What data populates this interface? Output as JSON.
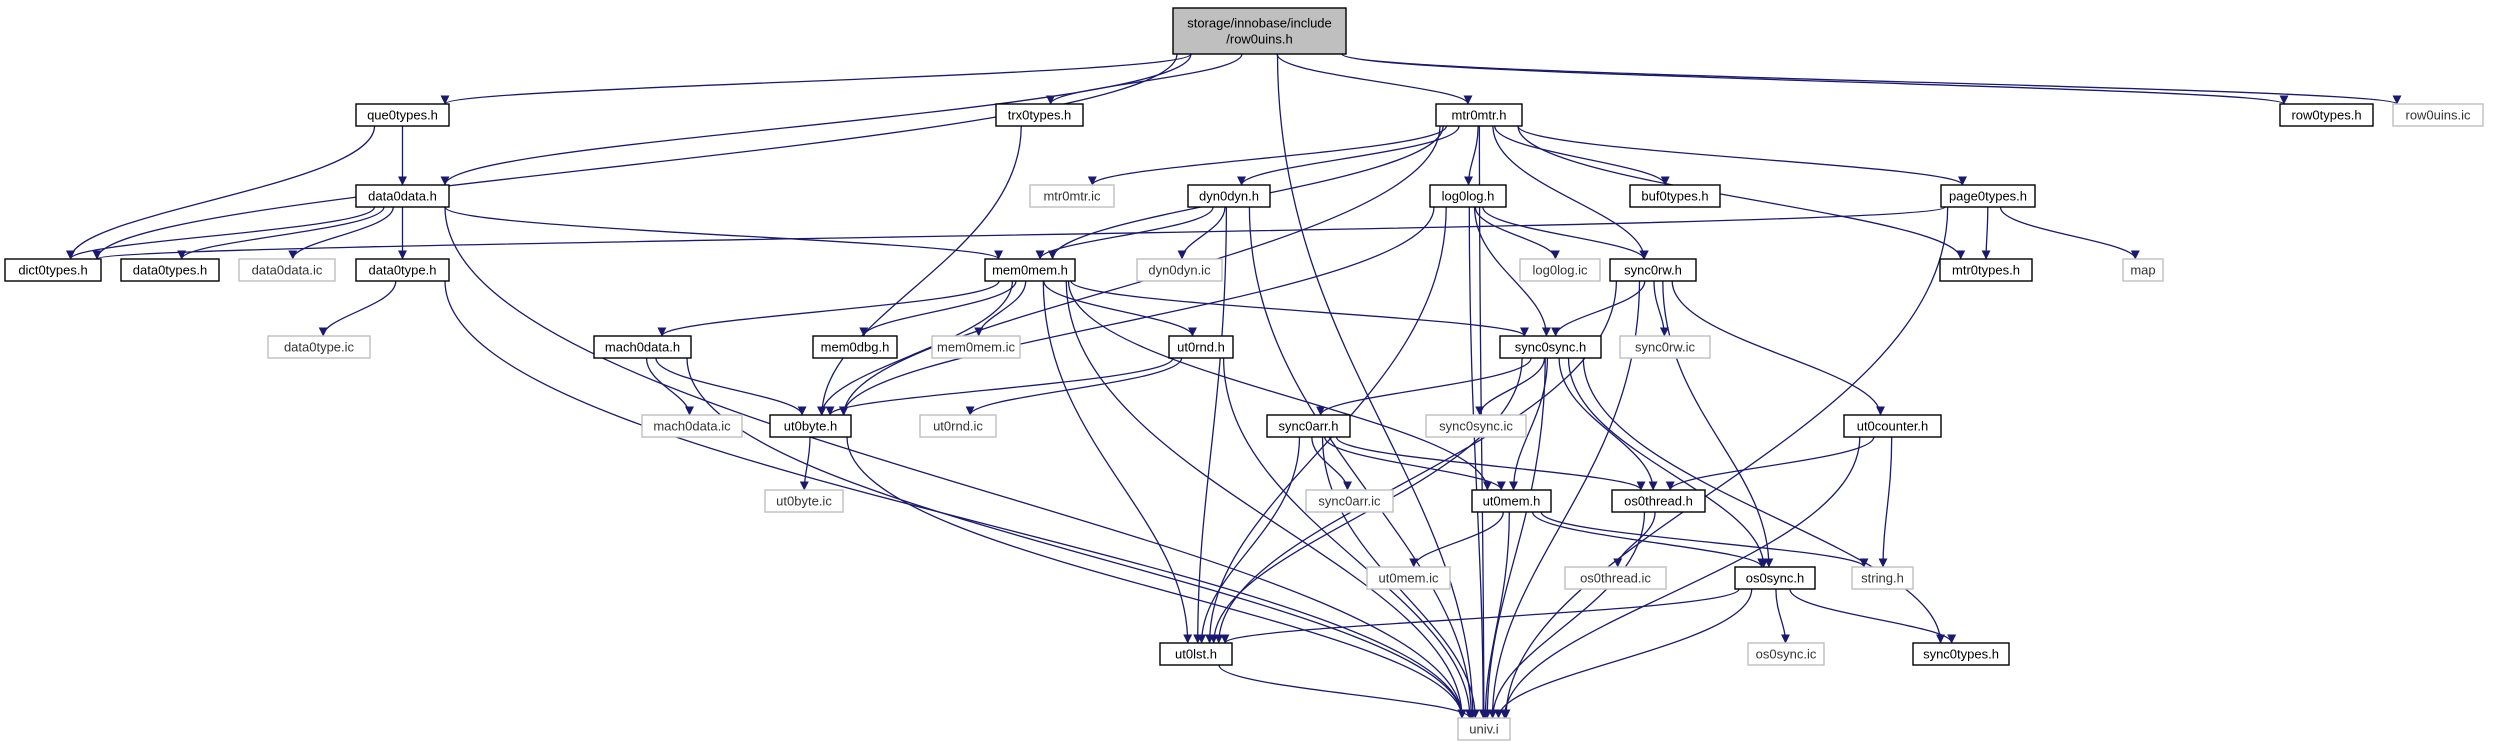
{
  "diagram": {
    "colors": {
      "edge": "#191970",
      "root_fill": "#bfbfbf",
      "header_border": "#000000",
      "inline_border": "#bfbfbf"
    },
    "nodes": [
      {
        "id": "root",
        "label": [
          "storage/innobase/include",
          "/row0uins.h"
        ],
        "kind": "root"
      },
      {
        "id": "que0types",
        "label": [
          "que0types.h"
        ],
        "kind": "hdr"
      },
      {
        "id": "trx0types",
        "label": [
          "trx0types.h"
        ],
        "kind": "hdr"
      },
      {
        "id": "mtr0mtr",
        "label": [
          "mtr0mtr.h"
        ],
        "kind": "hdr"
      },
      {
        "id": "row0types",
        "label": [
          "row0types.h"
        ],
        "kind": "hdr"
      },
      {
        "id": "row0uins_ic",
        "label": [
          "row0uins.ic"
        ],
        "kind": "ic"
      },
      {
        "id": "data0data",
        "label": [
          "data0data.h"
        ],
        "kind": "hdr"
      },
      {
        "id": "mtr0mtr_ic",
        "label": [
          "mtr0mtr.ic"
        ],
        "kind": "ic"
      },
      {
        "id": "dyn0dyn",
        "label": [
          "dyn0dyn.h"
        ],
        "kind": "hdr"
      },
      {
        "id": "log0log",
        "label": [
          "log0log.h"
        ],
        "kind": "hdr"
      },
      {
        "id": "buf0types",
        "label": [
          "buf0types.h"
        ],
        "kind": "hdr"
      },
      {
        "id": "page0types",
        "label": [
          "page0types.h"
        ],
        "kind": "hdr"
      },
      {
        "id": "dict0types",
        "label": [
          "dict0types.h"
        ],
        "kind": "hdr"
      },
      {
        "id": "data0types",
        "label": [
          "data0types.h"
        ],
        "kind": "hdr"
      },
      {
        "id": "data0data_ic",
        "label": [
          "data0data.ic"
        ],
        "kind": "ic"
      },
      {
        "id": "dyn0dyn_ic",
        "label": [
          "dyn0dyn.ic"
        ],
        "kind": "ic"
      },
      {
        "id": "log0log_ic",
        "label": [
          "log0log.ic"
        ],
        "kind": "ic"
      },
      {
        "id": "sync0rw",
        "label": [
          "sync0rw.h"
        ],
        "kind": "hdr"
      },
      {
        "id": "mtr0types",
        "label": [
          "mtr0types.h"
        ],
        "kind": "hdr"
      },
      {
        "id": "map",
        "label": [
          "map"
        ],
        "kind": "ic"
      },
      {
        "id": "data0type",
        "label": [
          "data0type.h"
        ],
        "kind": "hdr"
      },
      {
        "id": "mem0mem",
        "label": [
          "mem0mem.h"
        ],
        "kind": "hdr"
      },
      {
        "id": "data0type_ic",
        "label": [
          "data0type.ic"
        ],
        "kind": "ic"
      },
      {
        "id": "mach0data",
        "label": [
          "mach0data.h"
        ],
        "kind": "hdr"
      },
      {
        "id": "mem0dbg",
        "label": [
          "mem0dbg.h"
        ],
        "kind": "hdr"
      },
      {
        "id": "mem0mem_ic",
        "label": [
          "mem0mem.ic"
        ],
        "kind": "ic"
      },
      {
        "id": "ut0rnd",
        "label": [
          "ut0rnd.h"
        ],
        "kind": "hdr"
      },
      {
        "id": "sync0sync",
        "label": [
          "sync0sync.h"
        ],
        "kind": "hdr"
      },
      {
        "id": "sync0rw_ic",
        "label": [
          "sync0rw.ic"
        ],
        "kind": "ic"
      },
      {
        "id": "mach0data_ic",
        "label": [
          "mach0data.ic"
        ],
        "kind": "ic"
      },
      {
        "id": "ut0byte",
        "label": [
          "ut0byte.h"
        ],
        "kind": "hdr"
      },
      {
        "id": "ut0rnd_ic",
        "label": [
          "ut0rnd.ic"
        ],
        "kind": "ic"
      },
      {
        "id": "sync0arr",
        "label": [
          "sync0arr.h"
        ],
        "kind": "hdr"
      },
      {
        "id": "sync0sync_ic",
        "label": [
          "sync0sync.ic"
        ],
        "kind": "ic"
      },
      {
        "id": "ut0counter",
        "label": [
          "ut0counter.h"
        ],
        "kind": "hdr"
      },
      {
        "id": "ut0byte_ic",
        "label": [
          "ut0byte.ic"
        ],
        "kind": "ic"
      },
      {
        "id": "sync0arr_ic",
        "label": [
          "sync0arr.ic"
        ],
        "kind": "ic"
      },
      {
        "id": "ut0mem",
        "label": [
          "ut0mem.h"
        ],
        "kind": "hdr"
      },
      {
        "id": "os0thread",
        "label": [
          "os0thread.h"
        ],
        "kind": "hdr"
      },
      {
        "id": "ut0mem_ic",
        "label": [
          "ut0mem.ic"
        ],
        "kind": "ic"
      },
      {
        "id": "os0thread_ic",
        "label": [
          "os0thread.ic"
        ],
        "kind": "ic"
      },
      {
        "id": "os0sync",
        "label": [
          "os0sync.h"
        ],
        "kind": "hdr"
      },
      {
        "id": "string_h",
        "label": [
          "string.h"
        ],
        "kind": "ic"
      },
      {
        "id": "os0sync_ic",
        "label": [
          "os0sync.ic"
        ],
        "kind": "ic"
      },
      {
        "id": "ut0lst",
        "label": [
          "ut0lst.h"
        ],
        "kind": "hdr"
      },
      {
        "id": "sync0types",
        "label": [
          "sync0types.h"
        ],
        "kind": "hdr"
      },
      {
        "id": "univ",
        "label": [
          "univ.i"
        ],
        "kind": "ic"
      }
    ],
    "edges": [
      [
        "root",
        "que0types"
      ],
      [
        "root",
        "trx0types"
      ],
      [
        "root",
        "mtr0mtr"
      ],
      [
        "root",
        "row0types"
      ],
      [
        "root",
        "row0uins_ic"
      ],
      [
        "root",
        "dict0types"
      ],
      [
        "root",
        "data0data"
      ],
      [
        "root",
        "univ"
      ],
      [
        "que0types",
        "data0data"
      ],
      [
        "que0types",
        "dict0types"
      ],
      [
        "trx0types",
        "ut0byte"
      ],
      [
        "mtr0mtr",
        "mtr0mtr_ic"
      ],
      [
        "mtr0mtr",
        "dyn0dyn"
      ],
      [
        "mtr0mtr",
        "log0log"
      ],
      [
        "mtr0mtr",
        "buf0types"
      ],
      [
        "mtr0mtr",
        "page0types"
      ],
      [
        "mtr0mtr",
        "mtr0types"
      ],
      [
        "mtr0mtr",
        "sync0rw"
      ],
      [
        "mtr0mtr",
        "mem0mem"
      ],
      [
        "mtr0mtr",
        "ut0byte"
      ],
      [
        "mtr0mtr",
        "univ"
      ],
      [
        "data0data",
        "dict0types"
      ],
      [
        "data0data",
        "data0types"
      ],
      [
        "data0data",
        "data0data_ic"
      ],
      [
        "data0data",
        "data0type"
      ],
      [
        "data0data",
        "mem0mem"
      ],
      [
        "data0data",
        "univ"
      ],
      [
        "dyn0dyn",
        "dyn0dyn_ic"
      ],
      [
        "dyn0dyn",
        "mem0mem"
      ],
      [
        "dyn0dyn",
        "ut0lst"
      ],
      [
        "dyn0dyn",
        "univ"
      ],
      [
        "log0log",
        "log0log_ic"
      ],
      [
        "log0log",
        "sync0rw"
      ],
      [
        "log0log",
        "sync0sync"
      ],
      [
        "log0log",
        "ut0byte"
      ],
      [
        "log0log",
        "ut0lst"
      ],
      [
        "log0log",
        "univ"
      ],
      [
        "page0types",
        "dict0types"
      ],
      [
        "page0types",
        "mtr0types"
      ],
      [
        "page0types",
        "map"
      ],
      [
        "page0types",
        "univ"
      ],
      [
        "data0type",
        "data0type_ic"
      ],
      [
        "data0type",
        "univ"
      ],
      [
        "mem0mem",
        "mach0data"
      ],
      [
        "mem0mem",
        "mem0dbg"
      ],
      [
        "mem0mem",
        "mem0mem_ic"
      ],
      [
        "mem0mem",
        "ut0rnd"
      ],
      [
        "mem0mem",
        "sync0sync"
      ],
      [
        "mem0mem",
        "ut0mem"
      ],
      [
        "mem0mem",
        "ut0byte"
      ],
      [
        "mem0mem",
        "ut0lst"
      ],
      [
        "mem0mem",
        "univ"
      ],
      [
        "mach0data",
        "mach0data_ic"
      ],
      [
        "mach0data",
        "ut0byte"
      ],
      [
        "mach0data",
        "univ"
      ],
      [
        "ut0rnd",
        "ut0rnd_ic"
      ],
      [
        "ut0rnd",
        "ut0byte"
      ],
      [
        "ut0rnd",
        "univ"
      ],
      [
        "sync0rw",
        "sync0rw_ic"
      ],
      [
        "sync0rw",
        "sync0sync"
      ],
      [
        "sync0rw",
        "ut0counter"
      ],
      [
        "sync0rw",
        "os0sync"
      ],
      [
        "sync0rw",
        "ut0lst"
      ],
      [
        "sync0rw",
        "univ"
      ],
      [
        "sync0sync",
        "sync0sync_ic"
      ],
      [
        "sync0sync",
        "sync0arr"
      ],
      [
        "sync0sync",
        "ut0mem"
      ],
      [
        "sync0sync",
        "os0thread"
      ],
      [
        "sync0sync",
        "os0sync"
      ],
      [
        "sync0sync",
        "sync0types"
      ],
      [
        "sync0sync",
        "ut0lst"
      ],
      [
        "sync0sync",
        "univ"
      ],
      [
        "ut0byte",
        "ut0byte_ic"
      ],
      [
        "ut0byte",
        "univ"
      ],
      [
        "sync0arr",
        "sync0arr_ic"
      ],
      [
        "sync0arr",
        "ut0mem"
      ],
      [
        "sync0arr",
        "os0thread"
      ],
      [
        "sync0arr",
        "ut0lst"
      ],
      [
        "sync0arr",
        "univ"
      ],
      [
        "ut0counter",
        "os0thread"
      ],
      [
        "ut0counter",
        "string_h"
      ],
      [
        "ut0counter",
        "univ"
      ],
      [
        "ut0mem",
        "ut0mem_ic"
      ],
      [
        "ut0mem",
        "os0sync"
      ],
      [
        "ut0mem",
        "string_h"
      ],
      [
        "ut0mem",
        "univ"
      ],
      [
        "os0thread",
        "os0thread_ic"
      ],
      [
        "os0thread",
        "univ"
      ],
      [
        "os0sync",
        "os0sync_ic"
      ],
      [
        "os0sync",
        "ut0lst"
      ],
      [
        "os0sync",
        "sync0types"
      ],
      [
        "os0sync",
        "univ"
      ],
      [
        "ut0lst",
        "univ"
      ]
    ]
  }
}
